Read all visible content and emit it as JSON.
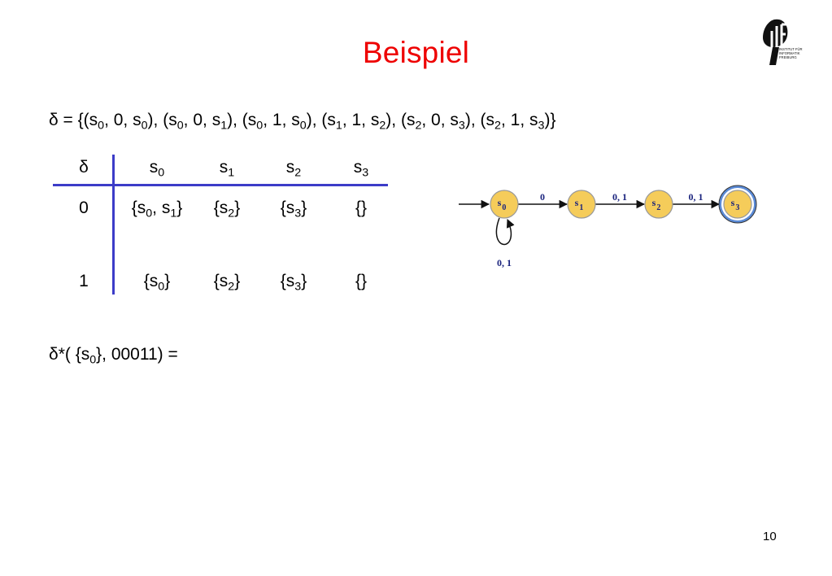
{
  "slide": {
    "title": "Beispiel",
    "page_number": "10"
  },
  "logo": {
    "letters": "IIF",
    "line1": "INSTITUT FÜR",
    "line2": "INFORMATIK",
    "line3": "FREIBURG"
  },
  "transition_definition": {
    "prefix": "δ = {",
    "tuples": [
      [
        "0",
        "0",
        "0"
      ],
      [
        "0",
        "0",
        "1"
      ],
      [
        "0",
        "1",
        "0"
      ],
      [
        "1",
        "1",
        "2"
      ],
      [
        "2",
        "0",
        "3"
      ],
      [
        "2",
        "1",
        "3"
      ]
    ],
    "suffix": "}"
  },
  "table": {
    "corner": "δ",
    "columns": [
      "0",
      "1",
      "2",
      "3"
    ],
    "rows": [
      {
        "symbol": "0",
        "cells": [
          [
            "0",
            "1"
          ],
          [
            "2"
          ],
          [
            "3"
          ],
          []
        ]
      },
      {
        "symbol": "1",
        "cells": [
          [
            "0"
          ],
          [
            "2"
          ],
          [
            "3"
          ],
          []
        ]
      }
    ]
  },
  "automaton": {
    "colors": {
      "state_fill": "#f5cc5a",
      "state_stroke": "#999999",
      "accept_ring": "#5a8ad6",
      "edge": "#111111",
      "label": "#1a237e"
    },
    "states": [
      {
        "sub": "0",
        "accepting": false,
        "start": true
      },
      {
        "sub": "1",
        "accepting": false,
        "start": false
      },
      {
        "sub": "2",
        "accepting": false,
        "start": false
      },
      {
        "sub": "3",
        "accepting": true,
        "start": false
      }
    ],
    "edges": [
      {
        "from": 0,
        "to": 1,
        "label": "0"
      },
      {
        "from": 1,
        "to": 2,
        "label": "0, 1"
      },
      {
        "from": 2,
        "to": 3,
        "label": "0, 1"
      }
    ],
    "self_loop": {
      "state": 0,
      "label": "0, 1"
    }
  },
  "delta_star": {
    "prefix": "δ*( {",
    "state_sub": "0",
    "suffix": "}, 00011) ="
  }
}
